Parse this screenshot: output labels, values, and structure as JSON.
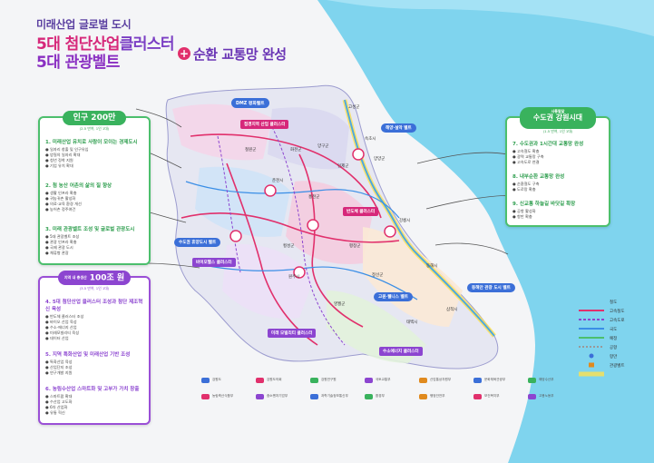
{
  "header": {
    "subtitle": "미래산업 글로벌 도시",
    "line1_a": "5대 ",
    "line1_b": "첨단산업",
    "line1_c": "클러스터",
    "line2": "5대 관광벨트",
    "plus_symbol": "+",
    "loop_title": "순환 교통망 완성"
  },
  "left_top_panel": {
    "badge": "인구 200만",
    "badge_sub": "(2.5 만여, 1인 1대)",
    "sections": [
      {
        "title": "1. 미래산업 유치로 사람이 모이는 경제도시",
        "items": [
          "● 일자리 창출 및 인구유입",
          "● 양질의 일자리 확대",
          "● 청년 정착 지원",
          "● 기업 유치 확대"
        ]
      },
      {
        "title": "2. 첨 농산 어촌의 삶의 질 향상",
        "items": [
          "● 생활 인프라 확충",
          "● 귀농귀촌 활성화",
          "● 의료·교육 환경 개선",
          "● 농어촌 정주여건"
        ]
      },
      {
        "title": "3. 미래 관광벨트 조성 및 글로벌 관광도시",
        "items": [
          "● 5대 관광벨트 조성",
          "● 관광 인프라 확충",
          "● 국제 관광 도시",
          "● 체류형 관광"
        ]
      }
    ]
  },
  "left_bottom_panel": {
    "badge_small": "지역 내 총생산",
    "badge": "100조 원",
    "badge_sub": "(3.5 만여, 1인 1대)",
    "sections": [
      {
        "title": "4. 5대 첨단산업 클러스터 조성과 첨단 제조혁신 육성",
        "items": [
          "● 반도체 클러스터 조성",
          "● 바이오 산업 육성",
          "● 수소·에너지 산업",
          "● 미래모빌리티 육성",
          "● 데이터 산업"
        ]
      },
      {
        "title": "5. 지역 특화산업 및 미래산업 기반 조성",
        "items": [
          "● 특화산업 육성",
          "● 산업단지 조성",
          "● 연구개발 지원"
        ]
      },
      {
        "title": "6. 농림수산업 스마트화 및 고부가 가치 창출",
        "items": [
          "● 스마트팜 확대",
          "● 수산업 고도화",
          "● 6차 산업화",
          "● 유통 혁신"
        ]
      }
    ]
  },
  "right_panel": {
    "badge_small": "사통팔달",
    "badge": "수도권 강원시대",
    "badge_sub": "(1.5 만여, 1인 1대)",
    "sections": [
      {
        "title": "7. 수도권과 1시간대 교통망 완성",
        "items": [
          "● 고속철도 확충",
          "● 광역 교통망 구축",
          "● 고속도로 연결"
        ]
      },
      {
        "title": "8. 내부순환 교통망 완성",
        "items": [
          "● 순환철도 구축",
          "● 도로망 확충"
        ]
      },
      {
        "title": "9. 신교통 하늘길 바닷길 확장",
        "items": [
          "● 공항 활성화",
          "● 항만 확충"
        ]
      }
    ]
  },
  "map": {
    "clusters": [
      {
        "label": "DMZ 평화벨트"
      },
      {
        "label": "접경지역 산업 클러스터"
      },
      {
        "label": "해양·설악 벨트"
      },
      {
        "label": "수도권 휴양도시 벨트"
      },
      {
        "label": "바이오헬스 클러스터"
      },
      {
        "label": "반도체 클러스터"
      },
      {
        "label": "미래 모빌리티 클러스터"
      },
      {
        "label": "고원·웰니스 벨트"
      },
      {
        "label": "수소에너지 클러스터"
      },
      {
        "label": "동해안 관광 도시 벨트"
      }
    ],
    "cities": [
      "철원군",
      "화천군",
      "양구군",
      "인제군",
      "고성군",
      "속초시",
      "양양군",
      "춘천시",
      "홍천군",
      "강릉시",
      "횡성군",
      "평창군",
      "동해시",
      "원주시",
      "영월군",
      "정선군",
      "삼척시",
      "태백시"
    ]
  },
  "legend": {
    "items": [
      "철도",
      "고속철도",
      "고속도로",
      "국도",
      "예정",
      "공항",
      "항만",
      "관광벨트"
    ]
  },
  "footer": {
    "logos": [
      "강원도",
      "강원도의회",
      "강원연구원",
      "국토교통부",
      "산업통상자원부",
      "문화체육관광부",
      "해양수산부",
      "농림축산식품부",
      "중소벤처기업부",
      "과학기술정보통신부",
      "환경부",
      "행정안전부",
      "보건복지부",
      "고용노동부"
    ]
  },
  "colors": {
    "green": "#39b25d",
    "purple": "#8c45d0",
    "pink": "#d6287a",
    "sea": "#7fd4ee",
    "land": "#e6e7f2"
  }
}
